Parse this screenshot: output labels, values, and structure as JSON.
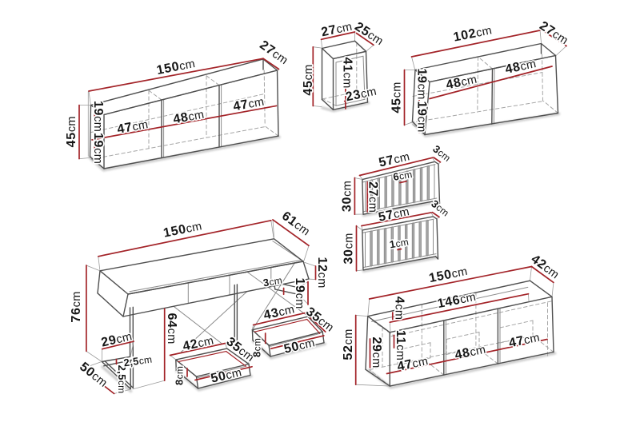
{
  "page": {
    "background": "#ffffff",
    "kind": "furniture dimensions diagram",
    "unit": "cm"
  },
  "colors": {
    "dimension_line": "#a32328",
    "outline": "#4f4f4f",
    "hidden_line": "#a6a6a6",
    "label_text": "#161616",
    "shadow": "#cfcfcf",
    "background": "#ffffff"
  },
  "diagram": {
    "pieces": [
      {
        "id": "wall-cabinet-150",
        "dims": [
          {
            "value": "150",
            "unit": "cm"
          },
          {
            "value": "27",
            "unit": "cm"
          },
          {
            "value": "45",
            "unit": "cm"
          },
          {
            "value": "19",
            "unit": "cm"
          },
          {
            "value": "19",
            "unit": "cm"
          },
          {
            "value": "47",
            "unit": "cm"
          },
          {
            "value": "48",
            "unit": "cm"
          },
          {
            "value": "47",
            "unit": "cm"
          }
        ]
      },
      {
        "id": "small-cabinet-27",
        "dims": [
          {
            "value": "27",
            "unit": "cm"
          },
          {
            "value": "25",
            "unit": "cm"
          },
          {
            "value": "45",
            "unit": "cm"
          },
          {
            "value": "41",
            "unit": "cm"
          },
          {
            "value": "23",
            "unit": "cm"
          }
        ]
      },
      {
        "id": "wall-cabinet-102",
        "dims": [
          {
            "value": "102",
            "unit": "cm"
          },
          {
            "value": "27",
            "unit": "cm"
          },
          {
            "value": "45",
            "unit": "cm"
          },
          {
            "value": "19",
            "unit": "cm"
          },
          {
            "value": "19",
            "unit": "cm"
          },
          {
            "value": "48",
            "unit": "cm"
          },
          {
            "value": "48",
            "unit": "cm"
          }
        ]
      },
      {
        "id": "slat-panel-upper",
        "dims": [
          {
            "value": "57",
            "unit": "cm"
          },
          {
            "value": "3",
            "unit": "cm"
          },
          {
            "value": "30",
            "unit": "cm"
          },
          {
            "value": "27",
            "unit": "cm"
          },
          {
            "value": "6",
            "unit": "cm"
          }
        ]
      },
      {
        "id": "slat-panel-lower",
        "dims": [
          {
            "value": "57",
            "unit": "cm"
          },
          {
            "value": "3",
            "unit": "cm"
          },
          {
            "value": "30",
            "unit": "cm"
          },
          {
            "value": "1",
            "unit": "cm"
          }
        ]
      },
      {
        "id": "desk-150",
        "dims": [
          {
            "value": "150",
            "unit": "cm"
          },
          {
            "value": "61",
            "unit": "cm"
          },
          {
            "value": "76",
            "unit": "cm"
          },
          {
            "value": "64",
            "unit": "cm"
          },
          {
            "value": "29",
            "unit": "cm"
          },
          {
            "value": "50",
            "unit": "cm"
          },
          {
            "value": "2,5",
            "unit": "cm"
          },
          {
            "value": "2,5",
            "unit": "cm"
          },
          {
            "value": "12",
            "unit": "cm"
          },
          {
            "value": "19",
            "unit": "cm"
          },
          {
            "value": "3",
            "unit": "cm"
          }
        ]
      },
      {
        "id": "drawer-left",
        "dims": [
          {
            "value": "42",
            "unit": "cm"
          },
          {
            "value": "35",
            "unit": "cm"
          },
          {
            "value": "50",
            "unit": "cm"
          },
          {
            "value": "8",
            "unit": "cm"
          }
        ]
      },
      {
        "id": "drawer-right",
        "dims": [
          {
            "value": "43",
            "unit": "cm"
          },
          {
            "value": "35",
            "unit": "cm"
          },
          {
            "value": "50",
            "unit": "cm"
          },
          {
            "value": "8",
            "unit": "cm"
          }
        ]
      },
      {
        "id": "sideboard-150",
        "dims": [
          {
            "value": "150",
            "unit": "cm"
          },
          {
            "value": "42",
            "unit": "cm"
          },
          {
            "value": "4",
            "unit": "cm"
          },
          {
            "value": "146",
            "unit": "cm"
          },
          {
            "value": "52",
            "unit": "cm"
          },
          {
            "value": "29",
            "unit": "cm"
          },
          {
            "value": "11",
            "unit": "cm"
          },
          {
            "value": "47",
            "unit": "cm"
          },
          {
            "value": "48",
            "unit": "cm"
          },
          {
            "value": "47",
            "unit": "cm"
          }
        ]
      }
    ]
  }
}
